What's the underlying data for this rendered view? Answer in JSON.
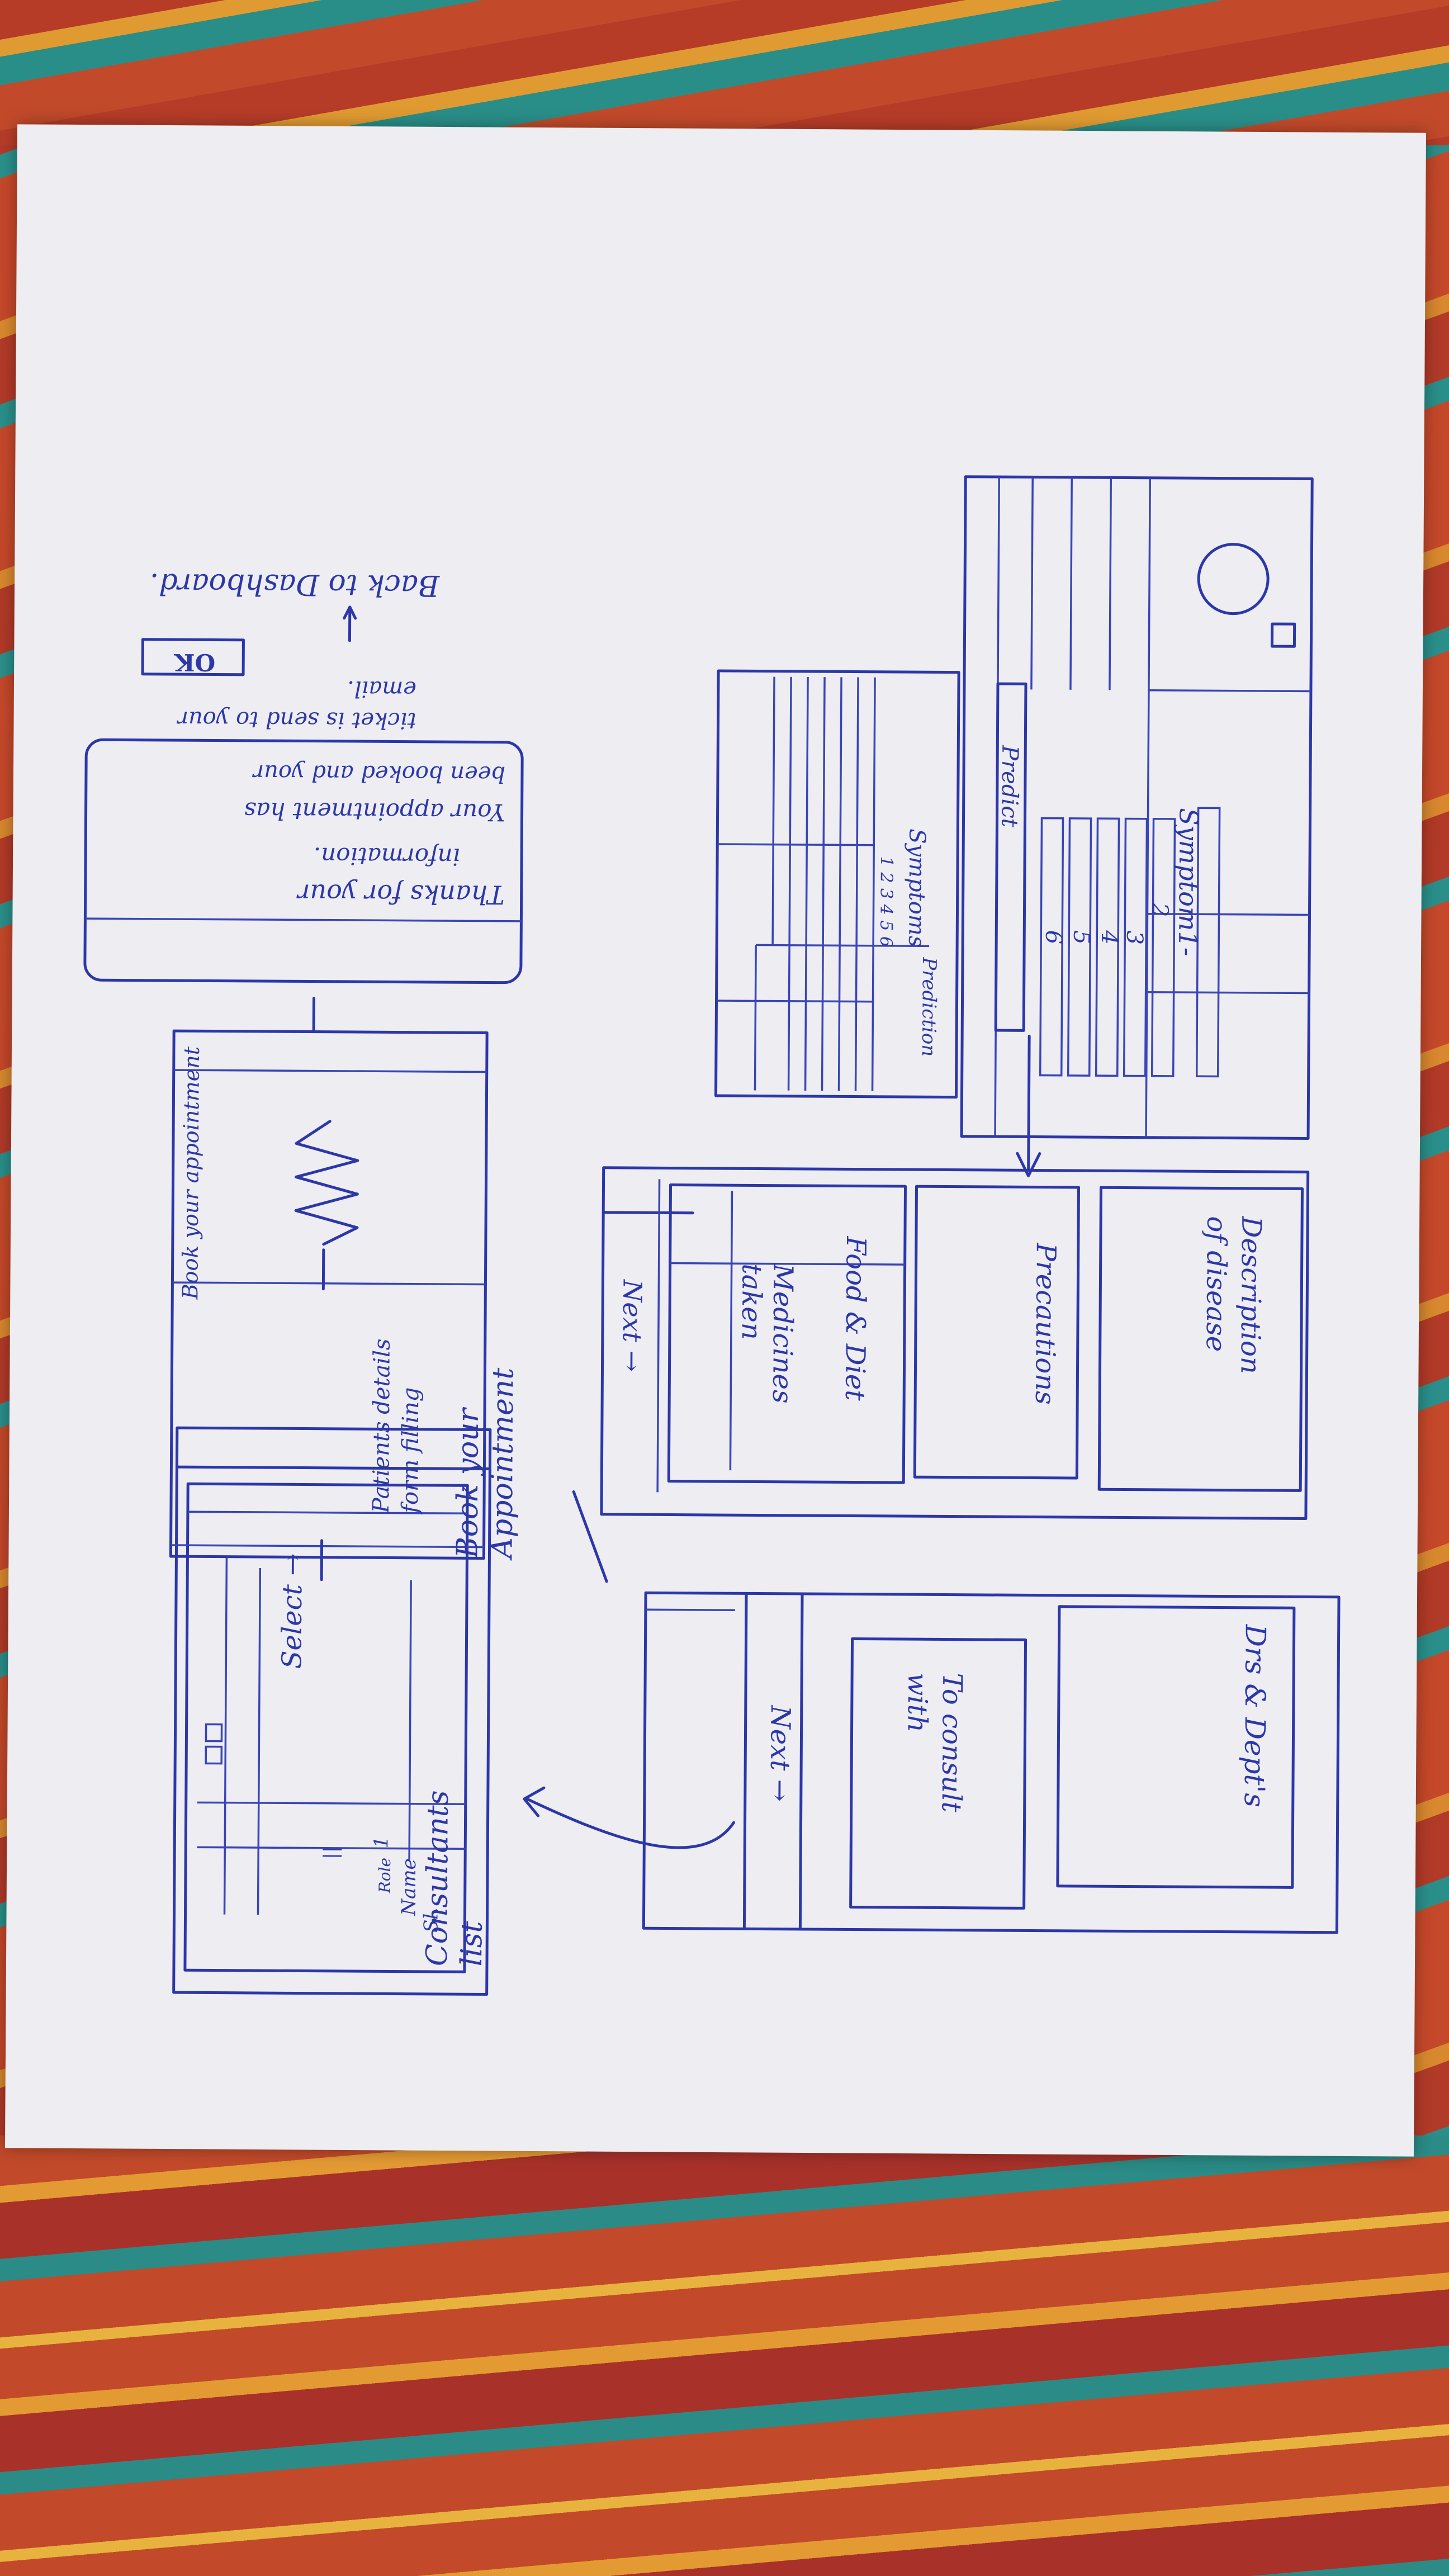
{
  "screens": {
    "symptoms": {
      "heading": "Symptom1-",
      "symptom_numbers": [
        "2",
        "3",
        "4",
        "5",
        "6"
      ],
      "predict_label": "Predict"
    },
    "prediction_table": {
      "col_symptoms": "Symptoms",
      "symptom_indexes": "1 2 3 4 5 6",
      "col_prediction": "Prediction"
    },
    "disease_details": {
      "description_label": "Description of disease",
      "precautions_label": "Precautions",
      "food_diet_label": "Food & Diet",
      "medicines_label": "Medicines taken",
      "next_label": "Next →"
    },
    "doctors": {
      "drs_label": "Drs & Dept's",
      "consult_label": "To consult with",
      "next_label": "Next →"
    },
    "consultants": {
      "title": "Consultants list",
      "col_sl": "Sl.",
      "col_name": "Name",
      "col_role": "Role",
      "row_marks": [
        "1",
        "||"
      ],
      "select_label": "Select →"
    },
    "appointment": {
      "title": "Book your Appointment",
      "subtitle": "Patients details form filling",
      "book_label": "Book your appointment"
    },
    "confirmation": {
      "message_line1": "Thanks for your",
      "message_line2": "information.",
      "message_line3": "Your appointment has",
      "message_line4": "been booked and your",
      "note": "ticket is send to your email.",
      "ok_label": "OK",
      "back_label": "Back to Dashboard."
    }
  }
}
